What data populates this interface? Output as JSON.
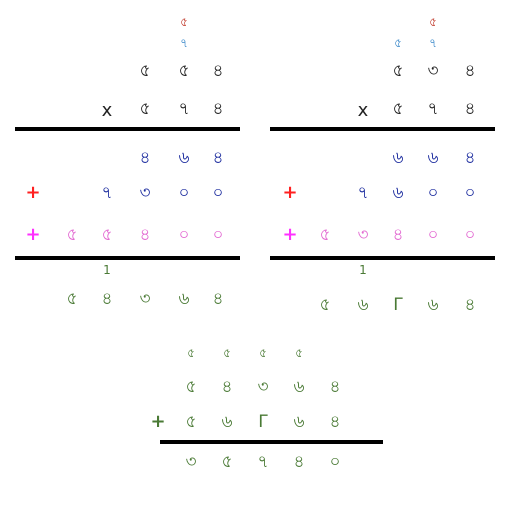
{
  "colors": {
    "carry_red": "#c0392b",
    "carry_blue": "#3a88c9",
    "digits": "#222222",
    "partial1": "#1f2fa0",
    "partial2": "#1f2fa0",
    "partial3": "#e36ad2",
    "plus_red": "#ff2020",
    "plus_magenta": "#ff30ff",
    "result": "#4a7a35",
    "carry_green": "#4a7a35"
  },
  "left": {
    "carry_top": "৫",
    "carry_mid": "৭",
    "multiplicand": [
      "৫",
      "৫",
      "৪"
    ],
    "times_sign": "x",
    "multiplier": [
      "৫",
      "৭",
      "৪"
    ],
    "partial1": [
      "৪",
      "৬",
      "৪"
    ],
    "plus1": "+",
    "partial2": [
      "৭",
      "৩",
      "০",
      "০"
    ],
    "plus2": "+",
    "partial3": [
      "৫",
      "৫",
      "৪",
      "০",
      "০"
    ],
    "carry_result": "1",
    "result": [
      "৫",
      "৪",
      "৩",
      "৬",
      "৪"
    ]
  },
  "right": {
    "carry_top": "৫",
    "carry_mid": [
      "৫",
      "৭"
    ],
    "multiplicand": [
      "৫",
      "৩",
      "৪"
    ],
    "times_sign": "x",
    "multiplier": [
      "৫",
      "৭",
      "৪"
    ],
    "partial1": [
      "৬",
      "৬",
      "৪"
    ],
    "plus1": "+",
    "partial2": [
      "৭",
      "৬",
      "০",
      "০"
    ],
    "plus2": "+",
    "partial3": [
      "৫",
      "৩",
      "৪",
      "০",
      "০"
    ],
    "carry_result": "1",
    "result": [
      "৫",
      "৬",
      "Γ",
      "৬",
      "৪"
    ]
  },
  "bottom": {
    "carries": [
      "৫",
      "৫",
      "৫",
      "৫"
    ],
    "addend1": [
      "৫",
      "৪",
      "৩",
      "৬",
      "৪"
    ],
    "plus": "+",
    "addend2": [
      "৫",
      "৬",
      "Γ",
      "৬",
      "৪"
    ],
    "sum": [
      "৩",
      "৫",
      "৭",
      "৪",
      "০"
    ]
  }
}
